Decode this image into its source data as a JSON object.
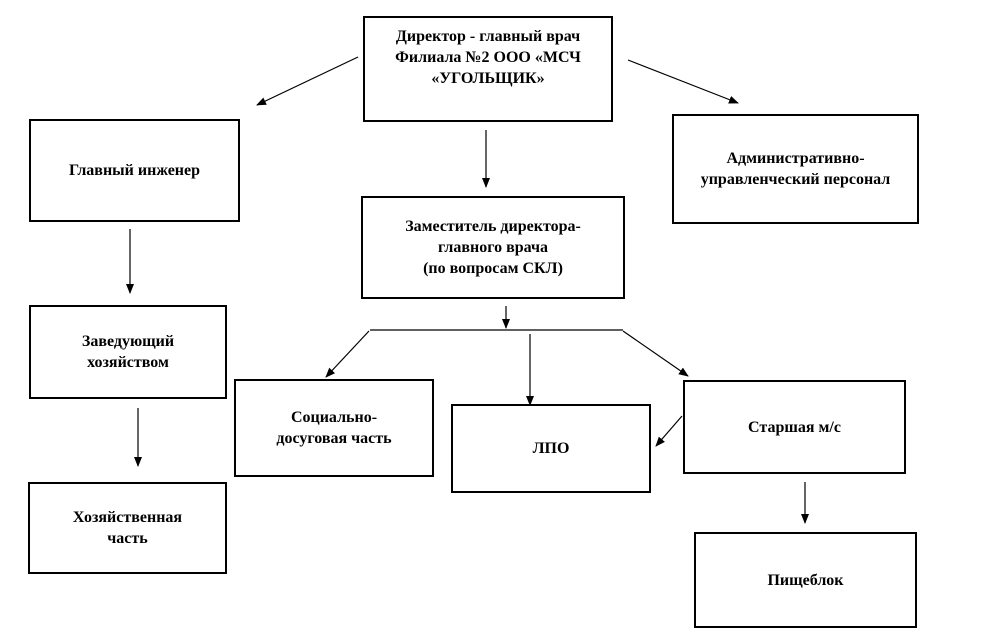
{
  "org_chart": {
    "director": {
      "lines": [
        "Директор - главный врач",
        "Филиала №2 ООО «МСЧ",
        "«УГОЛЬЩИК»"
      ]
    },
    "chief_engineer": {
      "lines": [
        "Главный инженер"
      ]
    },
    "admin_staff": {
      "lines": [
        "Административно-",
        "управленческий персонал"
      ]
    },
    "deputy_director": {
      "lines": [
        "Заместитель директора-",
        "главного врача",
        "(по вопросам СКЛ)"
      ]
    },
    "supply_head": {
      "lines": [
        "Заведующий",
        "хозяйством"
      ]
    },
    "social_leisure": {
      "lines": [
        "Социально-",
        "досуговая часть"
      ]
    },
    "lpo": {
      "lines": [
        "ЛПО"
      ]
    },
    "senior_nurse": {
      "lines": [
        "Старшая м/с"
      ]
    },
    "household": {
      "lines": [
        "Хозяйственная",
        "часть"
      ]
    },
    "kitchen": {
      "lines": [
        "Пищеблок"
      ]
    }
  }
}
